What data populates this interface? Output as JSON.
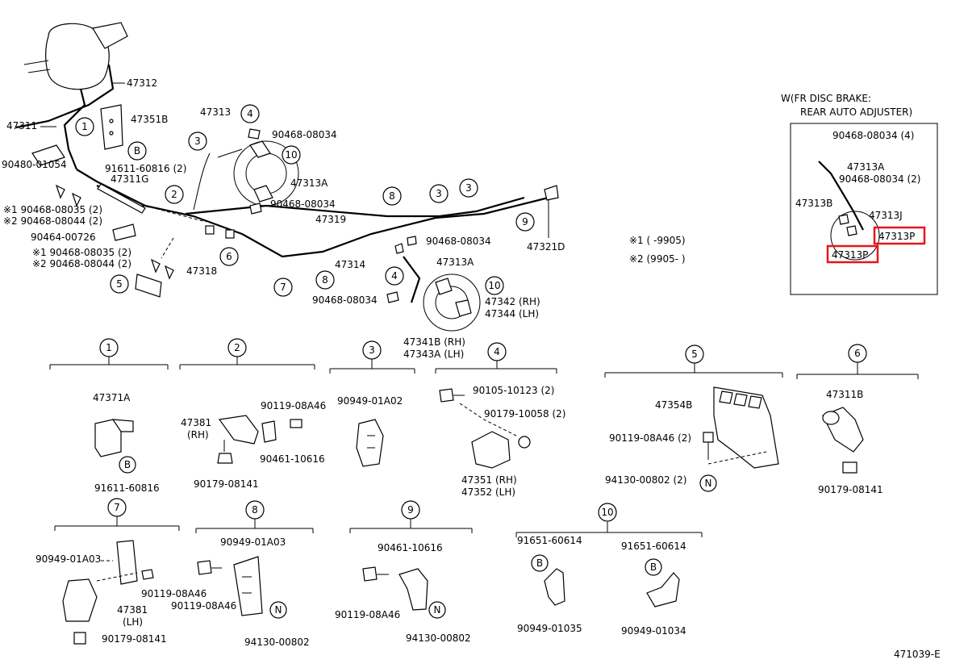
{
  "labels": {
    "p47312": "47312",
    "p47311": "47311",
    "p47351B": "47351B",
    "p90480_01054": "90480-01054",
    "p91611_60816_2": "91611-60816 (2)",
    "p47311G": "47311G",
    "p47313_top": "47313",
    "p90468_08034_a": "90468-08034",
    "p47313A_a": "47313A",
    "p90468_08034_b": "90468-08034",
    "p90468_08035_2_a": "※1 90468-08035 (2)",
    "p90468_08044_2_a": "※2 90468-08044 (2)",
    "p90464_00726": "90464-00726",
    "p90468_08035_2_b": "※1 90468-08035 (2)",
    "p90468_08044_2_b": "※2 90468-08044 (2)",
    "p47318": "47318",
    "p47319": "47319",
    "p47314": "47314",
    "p90468_08034_c": "90468-08034",
    "p47313A_b": "47313A",
    "p90468_08034_d": "90468-08034",
    "p47342": "47342 (RH)",
    "p47344": "47344 (LH)",
    "p47341B": "47341B (RH)",
    "p47343A": "47343A (LH)",
    "p47321D": "47321D",
    "note1": "※1 (      -9905)",
    "note2": "※2 (9905-      )",
    "inset_title1": "W(FR DISC BRAKE:",
    "inset_title2": "REAR AUTO ADJUSTER)",
    "inset_90468_08034_4": "90468-08034 (4)",
    "inset_47313A": "47313A",
    "inset_90468_08034_2": "90468-08034 (2)",
    "inset_47313B": "47313B",
    "inset_47313J": "47313J",
    "inset_47313P_a": "47313P",
    "inset_47313P_b": "47313P",
    "d1_47371A": "47371A",
    "d1_91611_60816": "91611-60816",
    "d2_47381": "47381",
    "d2_rh": "(RH)",
    "d2_90119_08A46": "90119-08A46",
    "d2_90461_10616": "90461-10616",
    "d2_90179_08141": "90179-08141",
    "d3_90949_01A02": "90949-01A02",
    "d4_90105_10123": "90105-10123 (2)",
    "d4_90179_10058": "90179-10058 (2)",
    "d4_47351": "47351 (RH)",
    "d4_47352": "47352 (LH)",
    "d5_47354B": "47354B",
    "d5_90119_08A46": "90119-08A46 (2)",
    "d5_94130_00802": "94130-00802 (2)",
    "d6_47311B": "47311B",
    "d6_90179_08141": "90179-08141",
    "d7_90949_01A03": "90949-01A03",
    "d7_90119_08A46": "90119-08A46",
    "d7_47381": "47381",
    "d7_lh": "(LH)",
    "d7_90179_08141": "90179-08141",
    "d8_90949_01A03": "90949-01A03",
    "d8_90119_08A46": "90119-08A46",
    "d8_94130_00802": "94130-00802",
    "d9_90461_10616": "90461-10616",
    "d9_90119_08A46": "90119-08A46",
    "d9_94130_00802": "94130-00802",
    "d10_91651_60614_a": "91651-60614",
    "d10_91651_60614_b": "91651-60614",
    "d10_90949_01035": "90949-01035",
    "d10_90949_01034": "90949-01034",
    "diagram_id": "471039-E"
  },
  "callouts": {
    "c1": "1",
    "c2": "2",
    "c3": "3",
    "c4": "4",
    "c5": "5",
    "c6": "6",
    "c7": "7",
    "c8": "8",
    "c9": "9",
    "c10": "10",
    "B": "B",
    "N": "N"
  },
  "colors": {
    "highlight": "#e8141c",
    "ink": "#000000"
  }
}
